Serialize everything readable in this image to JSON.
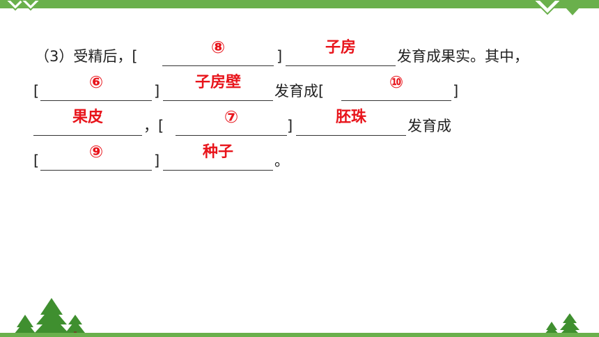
{
  "question": {
    "label": "（3）受精后，",
    "lines": [
      {
        "segments": [
          {
            "type": "text",
            "text": "（3）受精后，["
          },
          {
            "type": "blank",
            "answer": "⑧"
          },
          {
            "type": "text",
            "text": "]"
          },
          {
            "type": "blank",
            "answer": "子房"
          },
          {
            "type": "text",
            "text": "发育成果实。其中，"
          }
        ]
      },
      {
        "segments": [
          {
            "type": "text",
            "text": "["
          },
          {
            "type": "blank",
            "answer": "⑥"
          },
          {
            "type": "text",
            "text": "]"
          },
          {
            "type": "blank",
            "answer": "子房壁"
          },
          {
            "type": "text",
            "text": "发育成["
          },
          {
            "type": "blank",
            "answer": "⑩"
          },
          {
            "type": "text",
            "text": "]"
          }
        ]
      },
      {
        "segments": [
          {
            "type": "blank",
            "answer": "果皮"
          },
          {
            "type": "text",
            "text": "，["
          },
          {
            "type": "blank",
            "answer": "⑦"
          },
          {
            "type": "text",
            "text": "]"
          },
          {
            "type": "blank",
            "answer": "胚珠"
          },
          {
            "type": "text",
            "text": "发育成"
          }
        ]
      },
      {
        "segments": [
          {
            "type": "text",
            "text": "["
          },
          {
            "type": "blank",
            "answer": "⑨"
          },
          {
            "type": "text",
            "text": "]"
          },
          {
            "type": "blank",
            "answer": "种子"
          },
          {
            "type": "text",
            "text": "。"
          }
        ]
      }
    ]
  },
  "colors": {
    "answer": "#e8141b",
    "frame_green": "#6ab04c",
    "tree_green": "#3f8f2f"
  },
  "icons": [
    "triangle-decoration-icon",
    "tree-icon"
  ]
}
